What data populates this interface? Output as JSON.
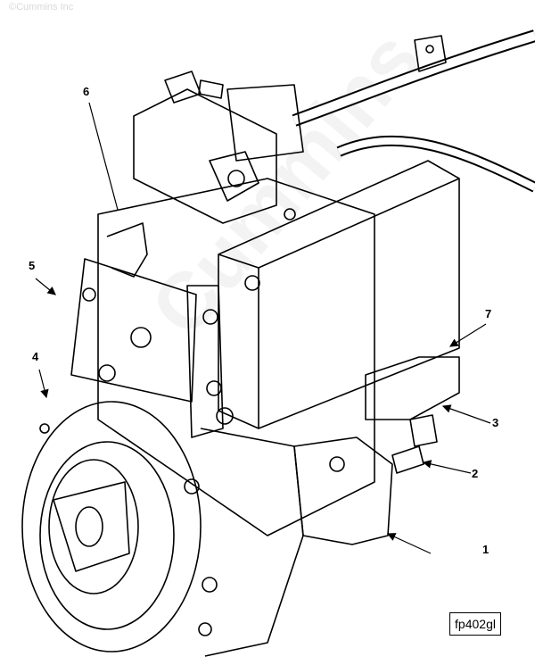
{
  "copyright": "©Cummins Inc",
  "watermark": "Cummins",
  "figure_id": "fp402gl",
  "callouts": [
    "1",
    "2",
    "3",
    "4",
    "5",
    "6",
    "7"
  ]
}
